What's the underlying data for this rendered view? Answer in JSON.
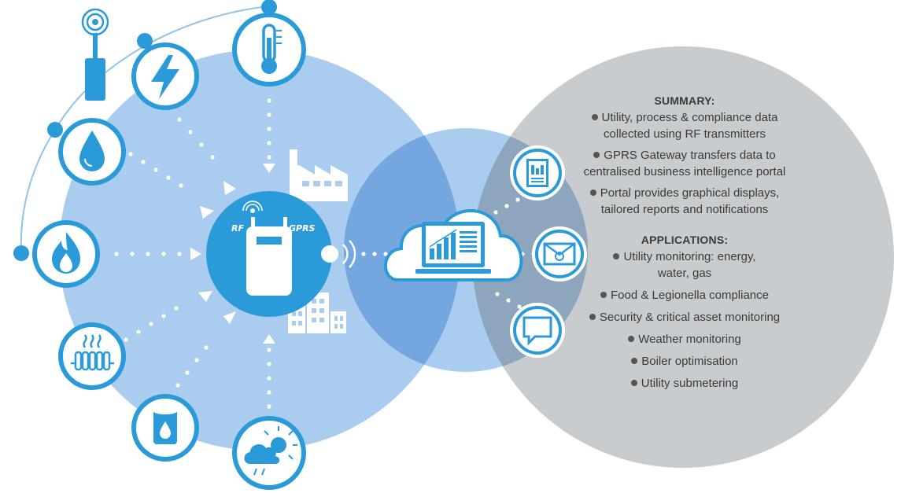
{
  "hub": {
    "rf_label": "RF",
    "gprs_label": "GPRS"
  },
  "summary": {
    "heading": "SUMMARY:",
    "items": [
      {
        "lines": [
          "Utility, process & compliance data",
          "collected using RF transmitters"
        ]
      },
      {
        "lines": [
          "GPRS Gateway transfers data to",
          "centralised business intelligence portal"
        ]
      },
      {
        "lines": [
          "Portal provides graphical displays,",
          "tailored reports and notifications"
        ]
      }
    ]
  },
  "applications": {
    "heading": "APPLICATIONS:",
    "items": [
      {
        "lines": [
          "Utility monitoring: energy,",
          "water, gas"
        ]
      },
      {
        "lines": [
          "Food & Legionella compliance"
        ]
      },
      {
        "lines": [
          "Security & critical asset monitoring"
        ]
      },
      {
        "lines": [
          "Weather monitoring"
        ]
      },
      {
        "lines": [
          "Boiler optimisation"
        ]
      },
      {
        "lines": [
          "Utility submetering"
        ]
      }
    ]
  },
  "colors": {
    "primary": "#2b9ad9",
    "light_blue": "#aacdef",
    "overlap_blue": "#74a6e0",
    "grey": "#c8cccf",
    "grey_overlap": "#8ea6bd",
    "text": "#3a3a3a"
  },
  "icons": [
    "antenna-sensor-icon",
    "lightning-icon",
    "thermometer-icon",
    "water-drop-icon",
    "flame-icon",
    "radiator-icon",
    "oil-tank-icon",
    "weather-icon",
    "factory-icon",
    "buildings-icon",
    "cloud-laptop-icon",
    "report-icon",
    "email-icon",
    "chat-icon"
  ]
}
